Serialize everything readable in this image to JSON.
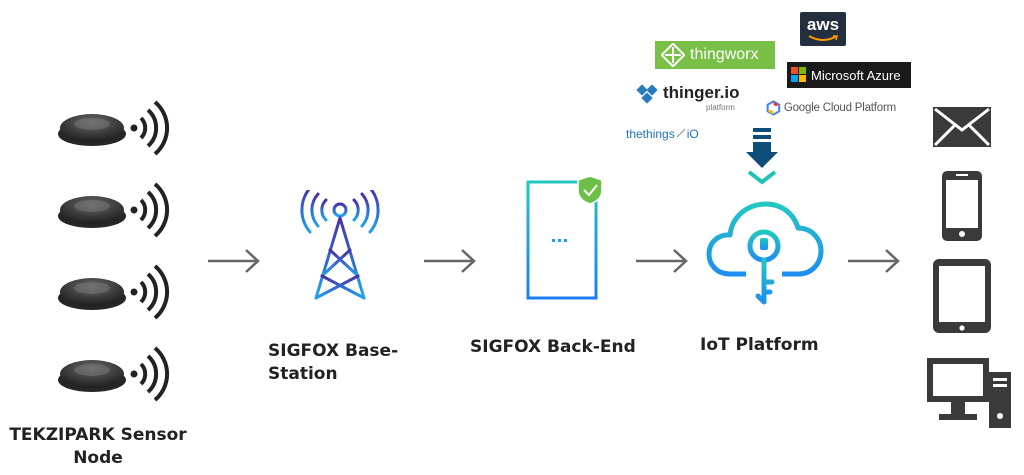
{
  "sensors": {
    "label_line1": "TEKZIPARK Sensor",
    "label_line2": "Node",
    "count": 4
  },
  "base_station": {
    "label_line1": "SIGFOX Base-",
    "label_line2": "Station"
  },
  "back_end": {
    "label": "SIGFOX Back-End"
  },
  "iot_platform": {
    "label": "IoT Platform",
    "logos": {
      "aws": "aws",
      "thingworx": "thingworx",
      "azure": "Microsoft Azure",
      "thinger": "thinger.io",
      "thinger_sub": "platform",
      "google": "Google Cloud Platform",
      "thethings": "thethings",
      "thethings_suffix": "iO"
    }
  },
  "outputs": {
    "icons": [
      "mail-icon",
      "smartphone-icon",
      "tablet-icon",
      "desktop-computer-icon"
    ]
  },
  "colors": {
    "accent_blue": "#1e9cf0",
    "accent_purple": "#5a2ea6",
    "accent_teal": "#22c2b6",
    "dark_navy": "#0d4f7a",
    "shield_green": "#6cc04a",
    "arrow_gray": "#666666",
    "device_gray": "#3a3a3a"
  }
}
